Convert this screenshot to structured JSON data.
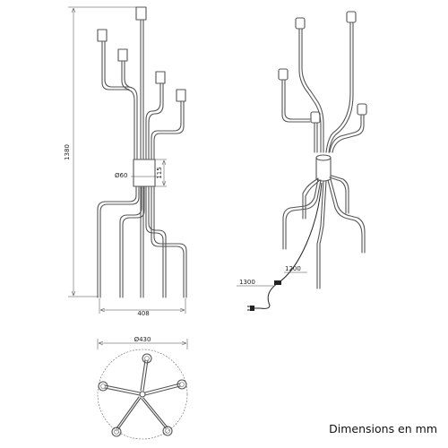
{
  "dimensions": {
    "height": "1380",
    "width": "408",
    "body_diameter": "Ø60",
    "body_height": "115",
    "base_diameter": "Ø430",
    "cord_length_upper": "1200",
    "cord_length_lower": "1300"
  },
  "caption": "Dimensions en mm"
}
